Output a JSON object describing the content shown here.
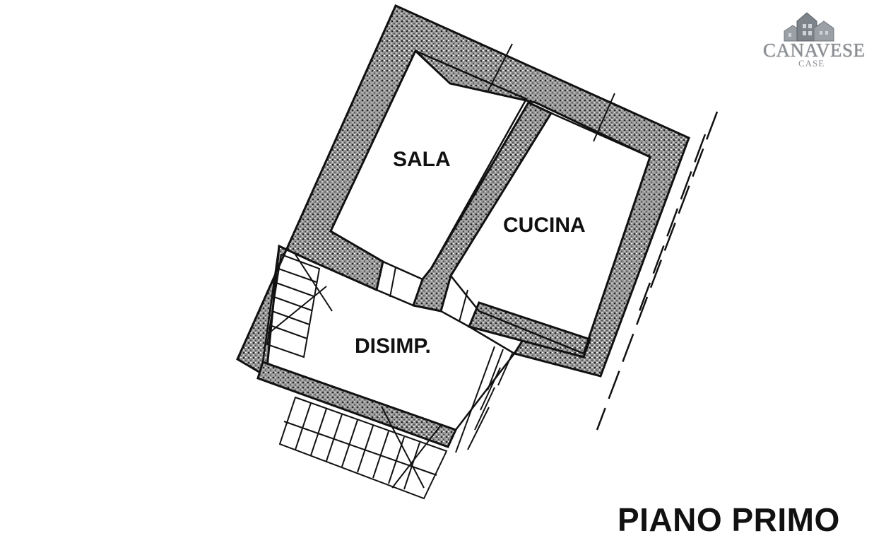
{
  "floor_title": "PIANO PRIMO",
  "rooms": {
    "sala": "SALA",
    "cucina": "CUCINA",
    "disimpegno": "DISIMP."
  },
  "logo": {
    "word": "CANAVESE",
    "sub": "CASE",
    "icon": "houses-icon"
  },
  "colors": {
    "wall_fill": "#8a8a8a",
    "line": "#111111",
    "background": "#ffffff"
  }
}
